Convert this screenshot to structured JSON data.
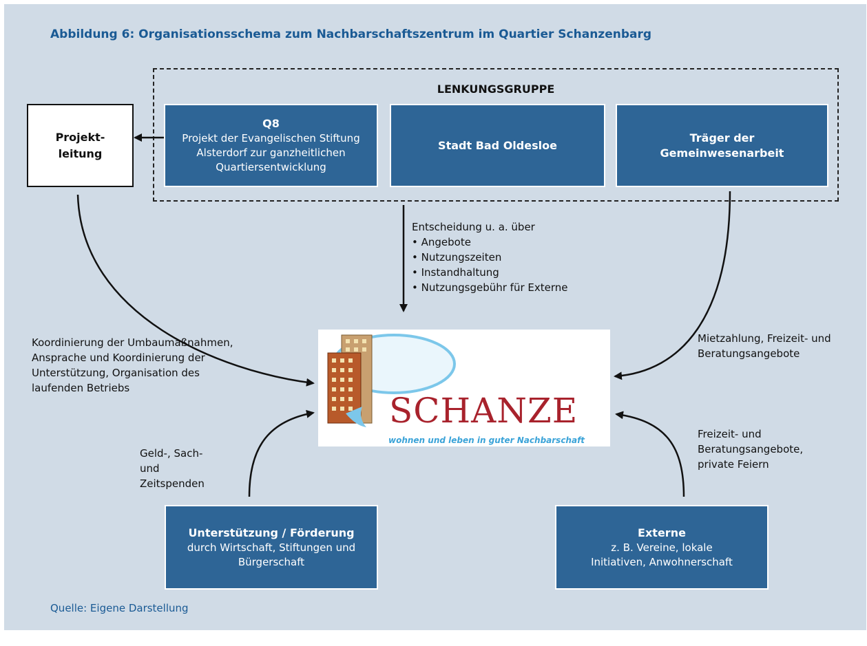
{
  "title": "Abbildung 6: Organisationsschema zum Nachbarschaftszentrum im Quartier Schanzenbarg",
  "steering_group": {
    "title": "LENKUNGSGRUPPE",
    "q8": {
      "title": "Q8",
      "text": "Projekt der Evangelischen Stiftung Alsterdorf zur ganzheitlichen Quartiersentwicklung"
    },
    "city": {
      "title": "Stadt Bad Oldesloe"
    },
    "traeger": {
      "title": "Träger der Gemeinwesenarbeit"
    }
  },
  "project_lead": {
    "label": "Projekt-leitung"
  },
  "decision": {
    "intro": "Entscheidung u. a. über",
    "items": [
      "Angebote",
      "Nutzungszeiten",
      "Instandhaltung",
      "Nutzungsgebühr für Externe"
    ]
  },
  "project_lead_tasks": "Koordinierung der Umbaumaßnahmen, Ansprache und Koordinierung der Unterstützung, Organisation des laufenden Betriebs",
  "traeger_contribution": "Mietzahlung, Freizeit- und Beratungsangebote",
  "support_contribution": "Geld-, Sach- und Zeitspenden",
  "external_contribution": "Freizeit- und Beratungsangebote, private Feiern",
  "logo": {
    "name": "SCHANZE",
    "tagline": "wohnen und leben in guter Nachbarschaft"
  },
  "support": {
    "title": "Unterstützung / Förderung",
    "text": "durch Wirtschaft, Stiftungen und Bürgerschaft"
  },
  "external": {
    "title": "Externe",
    "text": "z. B. Vereine, lokale Initiativen, Anwohnerschaft"
  },
  "source": "Quelle: Eigene Darstellung"
}
